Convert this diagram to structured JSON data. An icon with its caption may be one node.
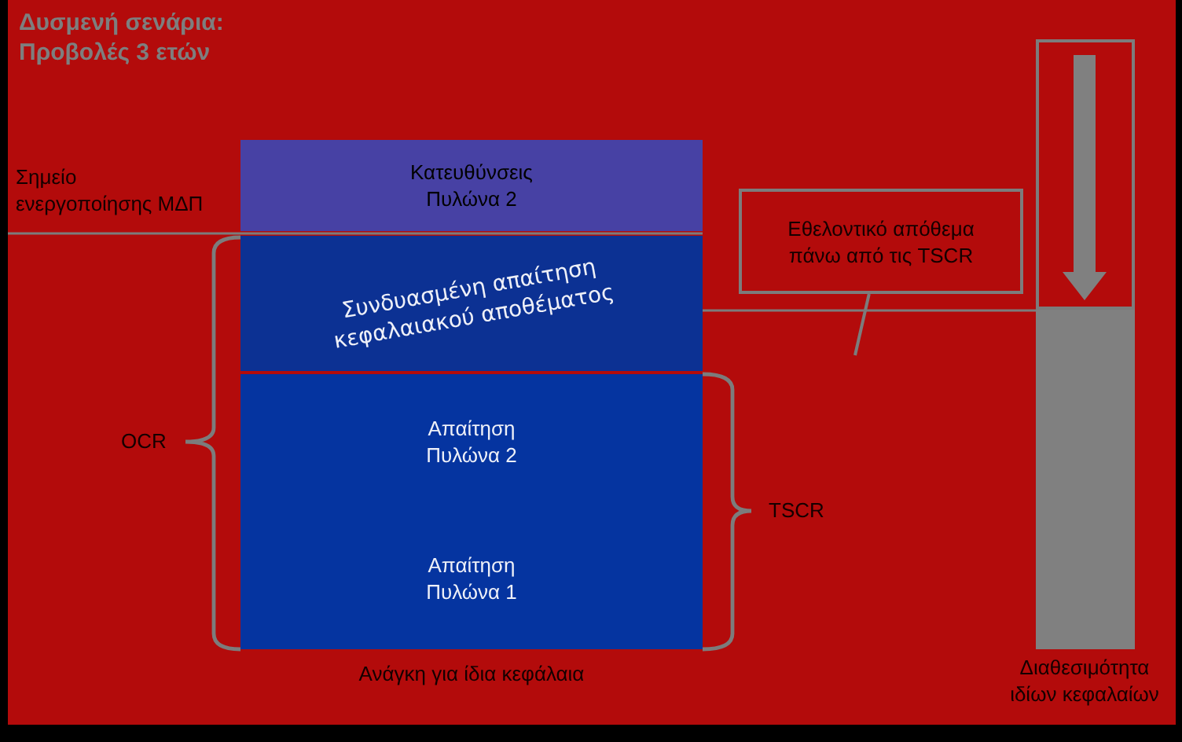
{
  "diagram": {
    "title": "Δυσμενή σενάρια: Προβολές 3 ετών",
    "nodes": [
      {
        "text": [
          "Κατευθύνσεις Πυλώνα 2"
        ]
      },
      {
        "text": [
          "Συνδυασμένη απαίτηση κεφαλαιακού αποθέματος"
        ]
      },
      {
        "text": [
          "Απαίτηση Πυλώνα 2"
        ]
      },
      {
        "text": [
          "Απαίτηση Πυλώνα 1"
        ]
      },
      {
        "text": [
          "Εθελοντικό απόθεμα πάνω από τις TSCR"
        ]
      },
      {
        "text": [],
        "shape": "bar",
        "beside": [
          "Διαθεσιμότητα ιδίων κεφαλαίων"
        ]
      }
    ],
    "edges": [
      {
        "from": null,
        "to": 4,
        "arrow": "none"
      }
    ],
    "labels": [
      "Σημείο ενεργοποίησης ΜΔΠ",
      "OCR",
      "TSCR",
      "Ανάγκη για ίδια κεφάλαια"
    ]
  }
}
